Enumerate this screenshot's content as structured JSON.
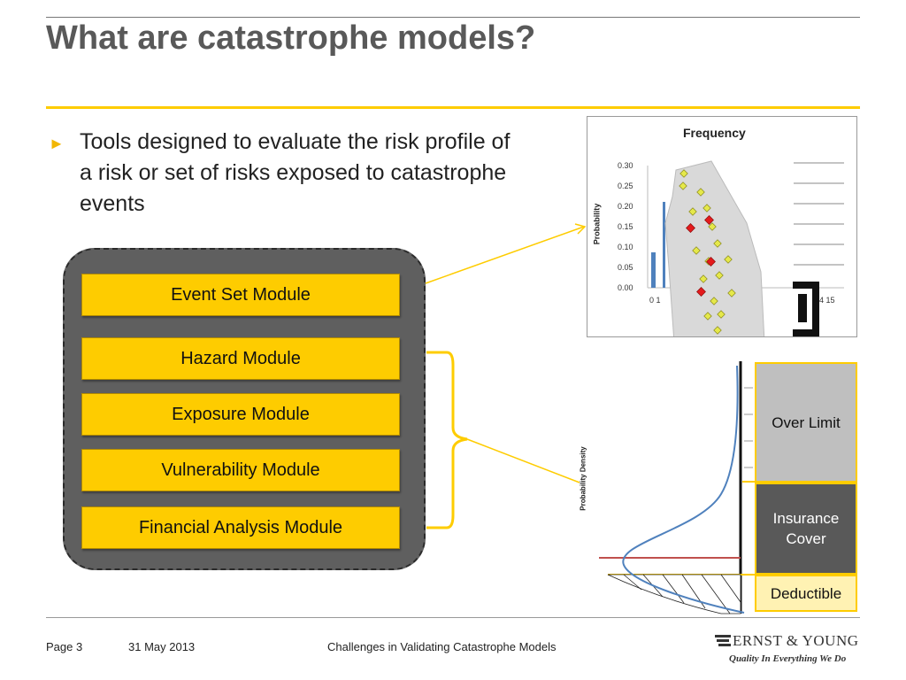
{
  "slide": {
    "title": "What are catastrophe models?",
    "bullet": "Tools designed to evaluate the risk profile of a risk or set of risks exposed to catastrophe events",
    "bullet_marker": "►",
    "modules": [
      "Event Set Module",
      "Hazard Module",
      "Exposure Module",
      "Vulnerability Module",
      "Financial Analysis Module"
    ]
  },
  "frequency_chart": {
    "title": "Frequency",
    "ylabel": "Probability",
    "y_ticks": [
      "0.30",
      "0.25",
      "0.20",
      "0.15",
      "0.10",
      "0.05",
      "0.00"
    ],
    "x_ticks_left": "0 1",
    "x_ticks_right": "4 15"
  },
  "loss_layers": {
    "ylabel": "Probability Density",
    "over_limit": "Over Limit",
    "insurance_cover": "Insurance Cover",
    "deductible": "Deductible"
  },
  "footer": {
    "page": "Page 3",
    "date": "31 May 2013",
    "center": "Challenges in Validating Catastrophe Models",
    "logo_text": "ERNST & YOUNG",
    "tagline": "Quality In Everything We Do"
  },
  "colors": {
    "accent_yellow": "#fecc00",
    "title_gray": "#595959",
    "panel_gray": "#5f5f5f",
    "over_limit_fill": "#bfbfbf",
    "cover_fill": "#595959",
    "deductible_fill": "#fff2b3"
  }
}
